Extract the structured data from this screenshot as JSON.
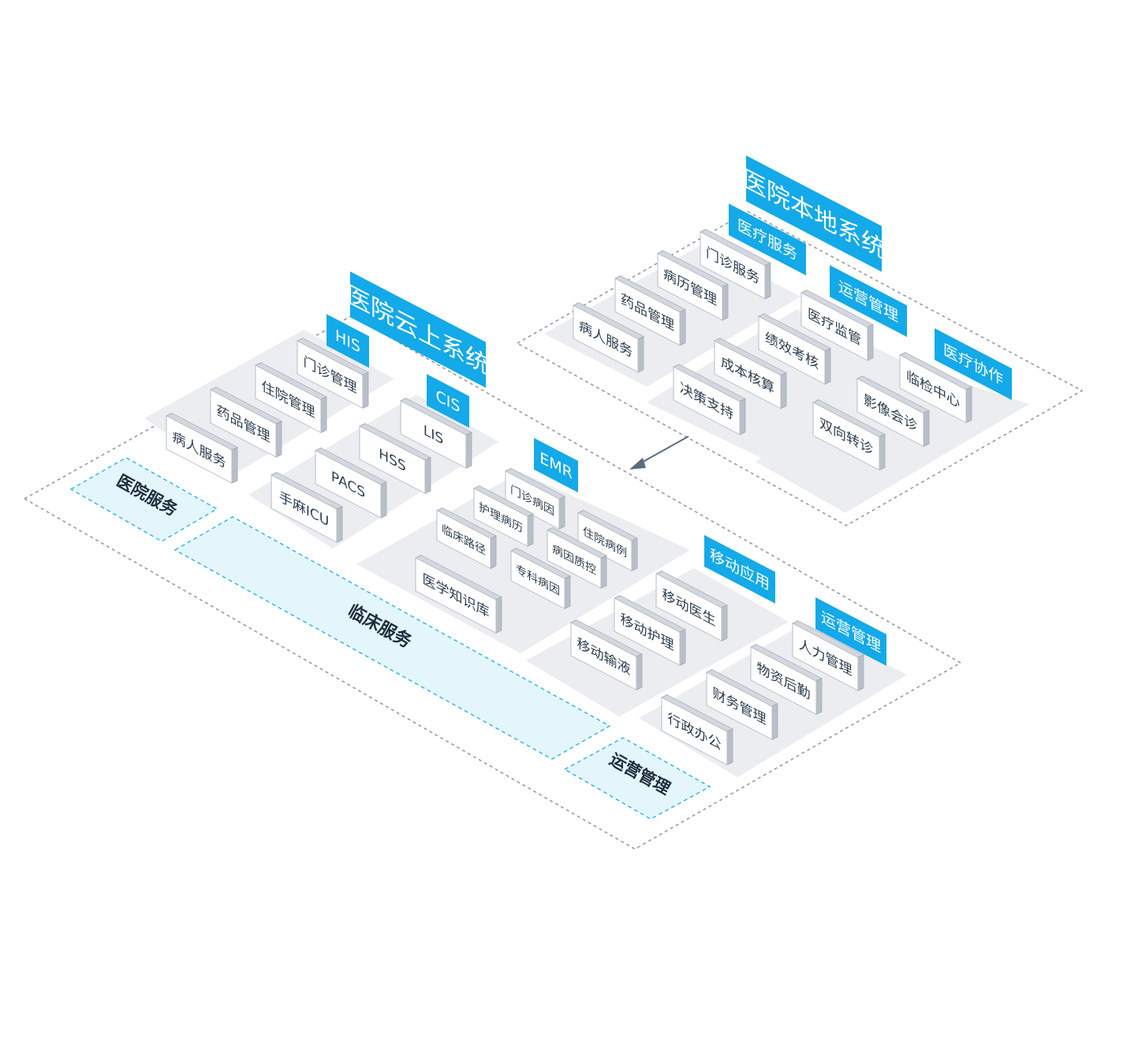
{
  "colors": {
    "accent": "#14a9e8",
    "platform_border": "#9a9a9a",
    "zone_border": "#2bb3e6",
    "zone_fill": "#e4f6fc",
    "pad_fill": "#ebedf1",
    "block_front": "#ffffff",
    "block_side": "#b9bfc8",
    "block_top": "#d3d7de",
    "block_text": "#2c3e50",
    "arrow": "#5b6b7f"
  },
  "local": {
    "title": "医院本地系统",
    "groups": {
      "medical": {
        "label": "医疗服务",
        "items": [
          "门诊服务",
          "病历管理",
          "药品管理",
          "病人服务"
        ]
      },
      "ops": {
        "label": "运营管理",
        "items": [
          "医疗监管",
          "绩效考核",
          "成本核算",
          "决策支持"
        ]
      },
      "collab": {
        "label": "医疗协作",
        "items": [
          "临检中心",
          "影像会诊",
          "双向转诊"
        ]
      }
    }
  },
  "cloud": {
    "title": "医院云上系统",
    "groups": {
      "his": {
        "label": "HIS",
        "items": [
          "门诊管理",
          "住院管理",
          "药品管理",
          "病人服务"
        ]
      },
      "cis": {
        "label": "CIS",
        "items": [
          "LIS",
          "HSS",
          "PACS",
          "手麻ICU"
        ]
      },
      "emr": {
        "label": "EMR",
        "items": [
          "门诊病因",
          "护理病历",
          "临床路径",
          "住院病例",
          "病因质控",
          "专科病因",
          "医学知识库"
        ]
      },
      "mobile": {
        "label": "移动应用",
        "items": [
          "移动医生",
          "移动护理",
          "移动输液"
        ]
      },
      "ops": {
        "label": "运营管理",
        "items": [
          "人力管理",
          "物资后勤",
          "财务管理",
          "行政办公"
        ]
      }
    },
    "zones": [
      "医院服务",
      "临床服务",
      "运营管理"
    ]
  }
}
